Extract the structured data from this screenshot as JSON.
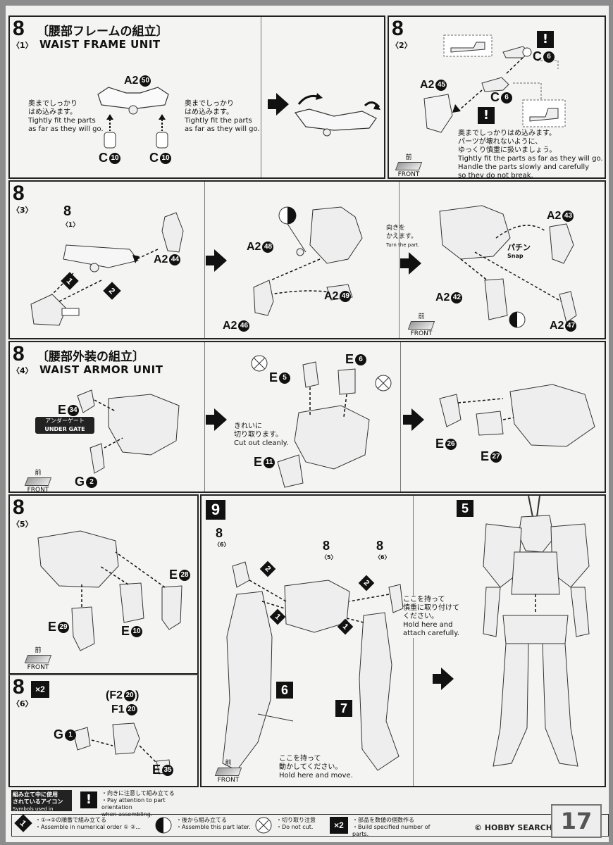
{
  "steps": {
    "s8_1": {
      "step": "8",
      "sub": "〈1〉",
      "title_jp": "〔腰部フレームの組立〕",
      "title_en": "WAIST FRAME UNIT",
      "note_left_jp": "奥までしっかり\nはめ込みます。",
      "note_left_en": "Tightly fit the parts\nas far as they will go.",
      "note_right_jp": "奥までしっかり\nはめ込みます。",
      "note_right_en": "Tightly fit the parts\nas far as they will go.",
      "part_top": "A2",
      "part_top_num": "50",
      "part_left": "C",
      "part_left_num": "10",
      "part_right": "C",
      "part_right_num": "10"
    },
    "s8_2": {
      "step": "8",
      "sub": "〈2〉",
      "part_c6a": "C",
      "part_c6a_num": "6",
      "part_a2": "A2",
      "part_a2_num": "45",
      "part_c6b": "C",
      "part_c6b_num": "6",
      "warn": "!",
      "note_jp": "奥までしっかりはめ込みます。\nパーツが壊れないように、\nゆっくり慎重に扱いましょう。",
      "note_en": "Tightly fit the parts as far as they will go.\nHandle the parts slowly and carefully\nso they do not break.",
      "front_jp": "前",
      "front_en": "FRONT"
    },
    "s8_3": {
      "step": "8",
      "sub": "〈3〉",
      "ref_step": "8",
      "ref_sub": "〈1〉",
      "p44": "A2",
      "p44_num": "44",
      "p48": "A2",
      "p48_num": "48",
      "p49": "A2",
      "p49_num": "49",
      "p46": "A2",
      "p46_num": "46",
      "p43": "A2",
      "p43_num": "43",
      "p42": "A2",
      "p42_num": "42",
      "p47": "A2",
      "p47_num": "47",
      "turn_jp": "向きを\nかえます。",
      "turn_en": "Turn the part.",
      "snap_jp": "パチン",
      "snap_en": "Snap",
      "order1": "1",
      "order2": "2",
      "front_jp": "前",
      "front_en": "FRONT"
    },
    "s8_4": {
      "step": "8",
      "sub": "〈4〉",
      "title_jp": "〔腰部外装の組立〕",
      "title_en": "WAIST ARMOR UNIT",
      "e34": "E",
      "e34_num": "34",
      "under_gate_jp": "アンダーゲート",
      "under_gate_en": "UNDER GATE",
      "g2": "G",
      "g2_num": "2",
      "e5": "E",
      "e5_num": "5",
      "e6": "E",
      "e6_num": "6",
      "e11": "E",
      "e11_num": "11",
      "cut_jp": "きれいに\n切り取ります。",
      "cut_en": "Cut out cleanly.",
      "e26": "E",
      "e26_num": "26",
      "e27": "E",
      "e27_num": "27",
      "front_jp": "前",
      "front_en": "FRONT"
    },
    "s8_5": {
      "step": "8",
      "sub": "〈5〉",
      "e28": "E",
      "e28_num": "28",
      "e29": "E",
      "e29_num": "29",
      "e10": "E",
      "e10_num": "10",
      "front_jp": "前",
      "front_en": "FRONT"
    },
    "s8_6": {
      "step": "8",
      "sub": "〈6〉",
      "mult": "×2",
      "f2": "(F2",
      "f2_num": "20",
      "f2_close": ")",
      "f1": "F1",
      "f1_num": "20",
      "g1": "G",
      "g1_num": "1",
      "e35": "E",
      "e35_num": "35"
    },
    "s9": {
      "step": "9",
      "ref6": "8",
      "ref6_sub": "〈6〉",
      "ref5": "8",
      "ref5_sub": "〈5〉",
      "ref6b": "8",
      "ref6b_sub": "〈6〉",
      "leg6": "6",
      "leg7": "7",
      "hold_jp": "ここを持って\n動かしてください。",
      "hold_en": "Hold here and move.",
      "o1": "1",
      "o2": "2",
      "front_jp": "前",
      "front_en": "FRONT"
    },
    "s5": {
      "num": "5",
      "attach_jp": "ここを持って\n慎重に取り付けて\nください。",
      "attach_en": "Hold here and\nattach carefully."
    }
  },
  "legend": {
    "header_jp": "組み立て中に使用\nされているアイコン",
    "header_en": "Symbols used in instructions",
    "warn_jp": "・向きに注意して組み立てる",
    "warn_en": "・Pay attention to part orientation\nwhen assembling.",
    "order_jp": "・①→②の順番で組み立てる",
    "order_en": "・Assemble in numerical order ① ②...",
    "later_jp": "・後から組み立てる",
    "later_en": "・Assemble this part later.",
    "nocut_jp": "・切り取り注意",
    "nocut_en": "・Do not cut.",
    "mult": "×2",
    "mult_jp": "・部品を数値の個数作る",
    "mult_en": "・Build specified number of parts.",
    "watermark": "© HOBBY SEARCH",
    "page": "17"
  }
}
